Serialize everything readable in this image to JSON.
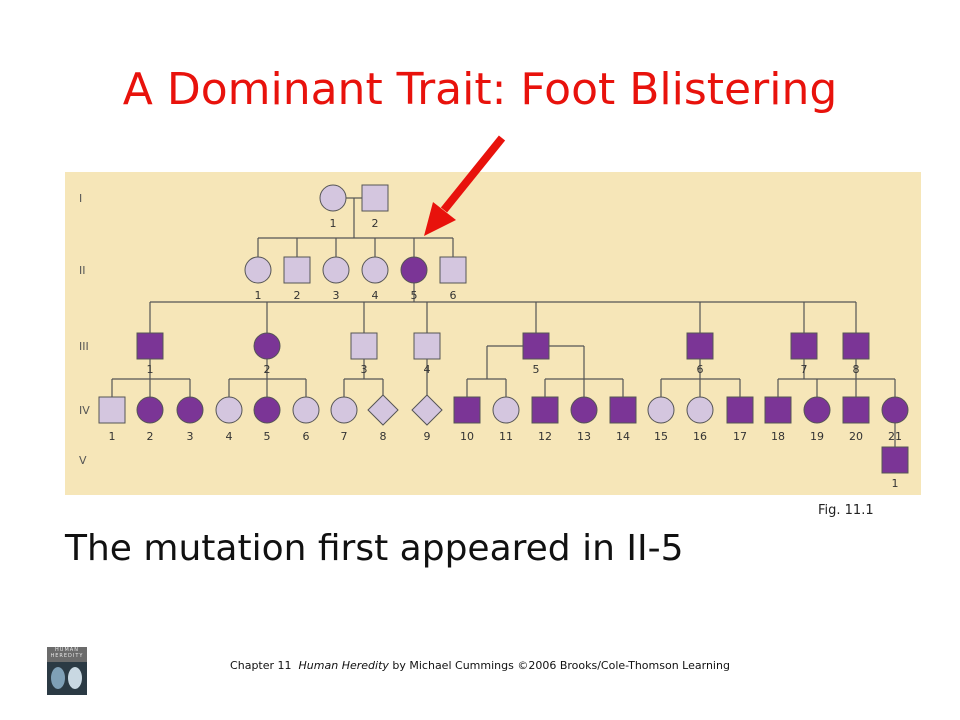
{
  "slide": {
    "title": "A Dominant Trait: Foot Blistering",
    "figure_caption": "Fig. 11.1",
    "statement": "The mutation first appeared in II-5",
    "footer": {
      "chapter": "Chapter 11",
      "book_title": "Human Heredity",
      "credit": "by Michael Cummings ©2006 Brooks/Cole-Thomson Learning"
    },
    "book_cover_text": "HUMAN HEREDITY"
  },
  "colors": {
    "title": "#e8120c",
    "arrow": "#e8120c",
    "panel": "#f6e6b8",
    "affected": "#7b3596",
    "unaffected": "#d4c6df",
    "outline": "#555555",
    "line": "#555555"
  },
  "pedigree": {
    "generations": [
      "I",
      "II",
      "III",
      "IV",
      "V"
    ],
    "individuals": {
      "I": [
        {
          "n": "1",
          "sex": "female",
          "affected": false
        },
        {
          "n": "2",
          "sex": "male",
          "affected": false
        }
      ],
      "II": [
        {
          "n": "1",
          "sex": "female",
          "affected": false
        },
        {
          "n": "2",
          "sex": "male",
          "affected": false
        },
        {
          "n": "3",
          "sex": "female",
          "affected": false
        },
        {
          "n": "4",
          "sex": "female",
          "affected": false
        },
        {
          "n": "5",
          "sex": "female",
          "affected": true
        },
        {
          "n": "6",
          "sex": "male",
          "affected": false
        }
      ],
      "III": [
        {
          "n": "1",
          "sex": "male",
          "affected": true
        },
        {
          "n": "2",
          "sex": "female",
          "affected": true
        },
        {
          "n": "3",
          "sex": "male",
          "affected": false
        },
        {
          "n": "4",
          "sex": "male",
          "affected": false
        },
        {
          "n": "5",
          "sex": "male",
          "affected": true
        },
        {
          "n": "6",
          "sex": "male",
          "affected": true
        },
        {
          "n": "7",
          "sex": "male",
          "affected": true
        },
        {
          "n": "8",
          "sex": "male",
          "affected": true
        }
      ],
      "IV": [
        {
          "n": "1",
          "sex": "male",
          "affected": false
        },
        {
          "n": "2",
          "sex": "female",
          "affected": true
        },
        {
          "n": "3",
          "sex": "female",
          "affected": true
        },
        {
          "n": "4",
          "sex": "female",
          "affected": false
        },
        {
          "n": "5",
          "sex": "female",
          "affected": true
        },
        {
          "n": "6",
          "sex": "female",
          "affected": false
        },
        {
          "n": "7",
          "sex": "female",
          "affected": false
        },
        {
          "n": "8",
          "sex": "unknown",
          "affected": false
        },
        {
          "n": "9",
          "sex": "unknown",
          "affected": false
        },
        {
          "n": "10",
          "sex": "male",
          "affected": true
        },
        {
          "n": "11",
          "sex": "female",
          "affected": false
        },
        {
          "n": "12",
          "sex": "male",
          "affected": true
        },
        {
          "n": "13",
          "sex": "female",
          "affected": true
        },
        {
          "n": "14",
          "sex": "male",
          "affected": true
        },
        {
          "n": "15",
          "sex": "female",
          "affected": false
        },
        {
          "n": "16",
          "sex": "female",
          "affected": false
        },
        {
          "n": "17",
          "sex": "male",
          "affected": true
        },
        {
          "n": "18",
          "sex": "male",
          "affected": true
        },
        {
          "n": "19",
          "sex": "female",
          "affected": true
        },
        {
          "n": "20",
          "sex": "male",
          "affected": true
        },
        {
          "n": "21",
          "sex": "female",
          "affected": true
        }
      ],
      "V": [
        {
          "n": "1",
          "sex": "male",
          "affected": true
        }
      ]
    },
    "highlight": {
      "generation": "II",
      "n": "5"
    }
  }
}
